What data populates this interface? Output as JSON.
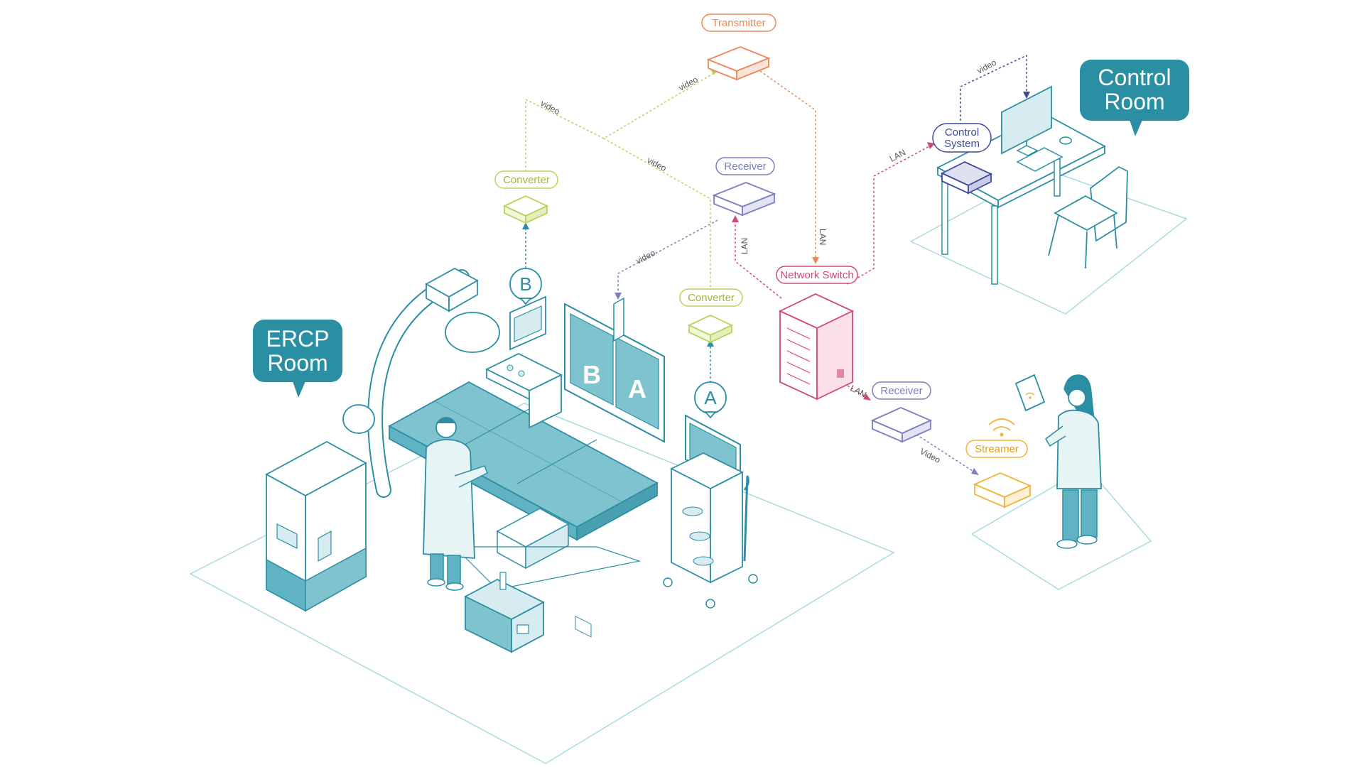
{
  "rooms": {
    "ercp": {
      "line1": "ERCP",
      "line2": "Room"
    },
    "control": {
      "line1": "Control",
      "line2": "Room"
    }
  },
  "devices": {
    "transmitter": "Transmitter",
    "receiver_top": "Receiver",
    "converter_b": "Converter",
    "converter_a": "Converter",
    "network_switch": "Network Switch",
    "control_system_line1": "Control",
    "control_system_line2": "System",
    "receiver_right": "Receiver",
    "streamer": "Streamer"
  },
  "markers": {
    "a": "A",
    "b": "B"
  },
  "screens": {
    "left": "B",
    "right": "A"
  },
  "connections": {
    "video_transmitter": "video",
    "video_b_top": "video",
    "video_a_top": "video",
    "video_receiver": "video",
    "lan_receiver": "LAN",
    "lan_switch_in": "LAN",
    "lan_control": "LAN",
    "video_control": "video",
    "lan_receiver_right": "LAN",
    "video_streamer": "Video"
  },
  "colors": {
    "teal": "#2b8fa3",
    "teal_fill": "#7fc3cf",
    "teal_light": "#d7ecf0",
    "transmitter": "#e98a5c",
    "receiver": "#7a7fc0",
    "converter": "#b7d45c",
    "network_switch": "#d4477a",
    "control_system": "#3f4a9a",
    "streamer": "#f0b43c"
  }
}
